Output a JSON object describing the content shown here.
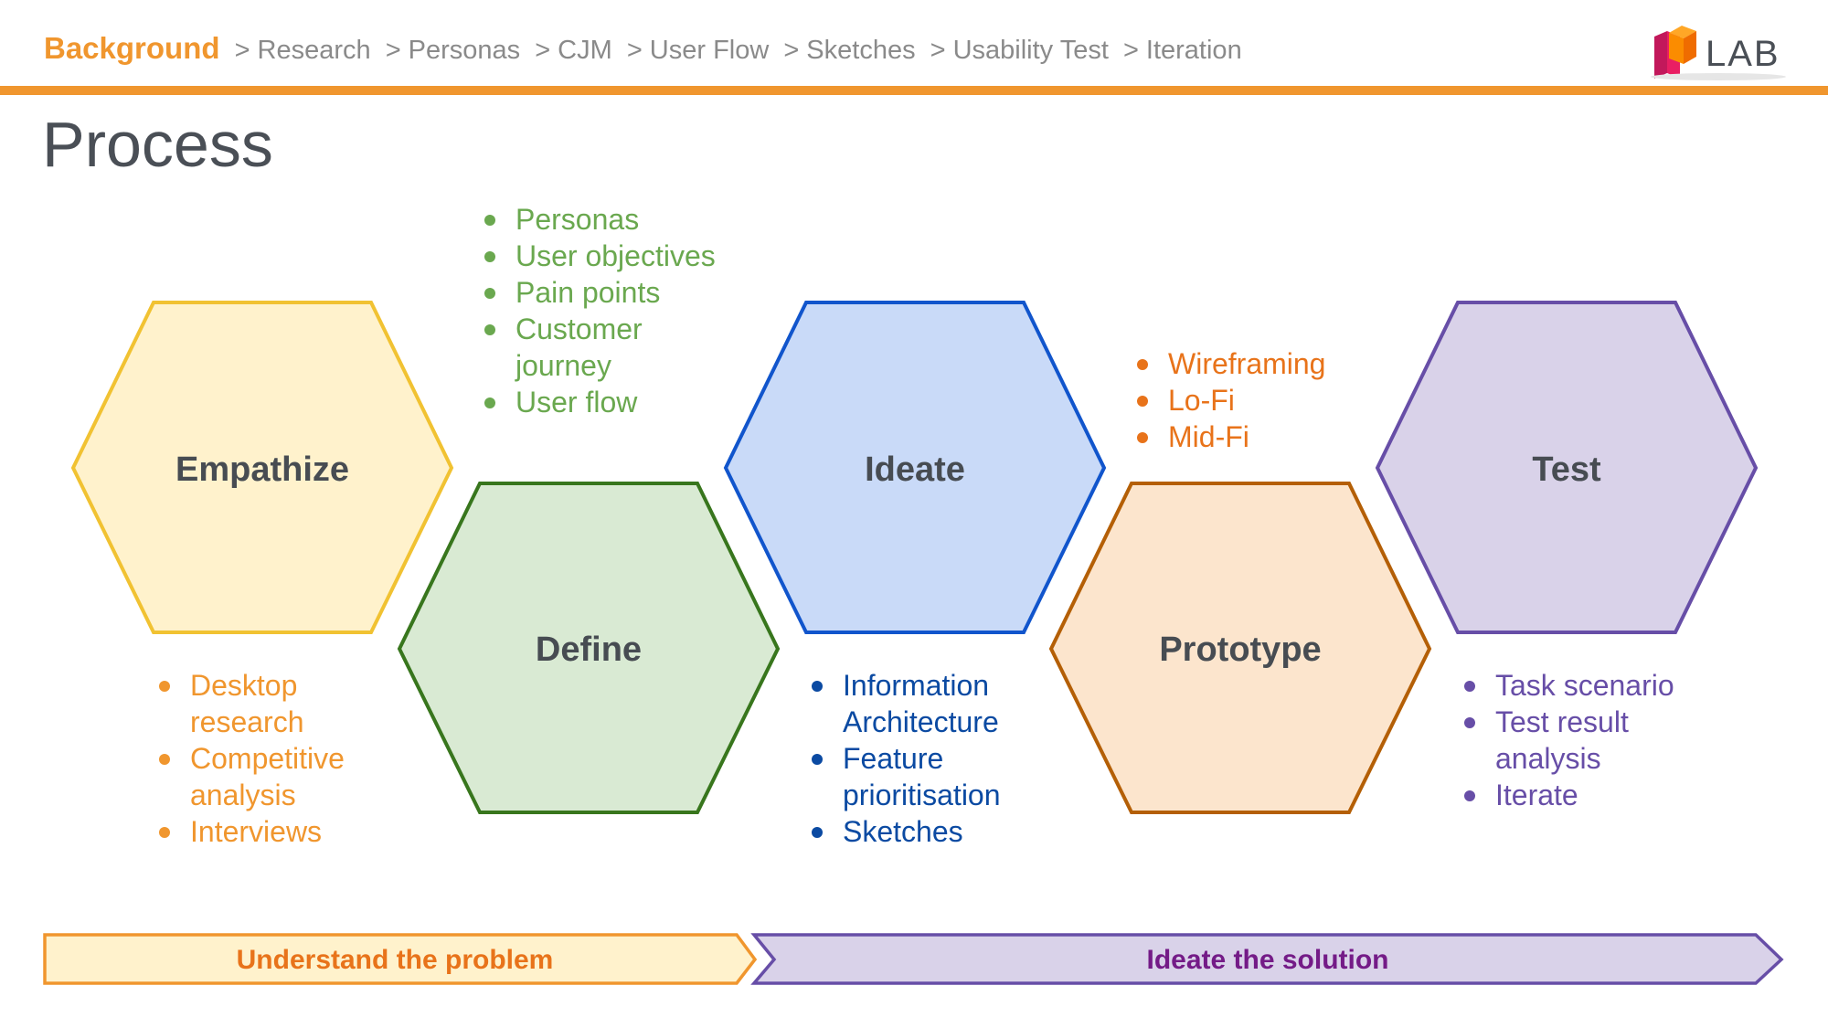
{
  "header": {
    "breadcrumb_active": "Background",
    "breadcrumb_items": [
      "Research",
      "Personas",
      "CJM",
      "User Flow",
      "Sketches",
      "Usability Test",
      "Iteration"
    ],
    "logo_text": "LAB"
  },
  "title": "Process",
  "stages": [
    {
      "label": "Empathize",
      "fill": "#FFF2CC",
      "stroke": "#F1C232",
      "text_color": "#F0962E",
      "items": [
        "Desktop research",
        "Competitive analysis",
        "Interviews"
      ]
    },
    {
      "label": "Define",
      "fill": "#D9EAD3",
      "stroke": "#38761D",
      "text_color": "#6AA84F",
      "items": [
        "Personas",
        "User objectives",
        "Pain points",
        "Customer journey",
        "User flow"
      ]
    },
    {
      "label": "Ideate",
      "fill": "#C9DAF8",
      "stroke": "#1155CC",
      "text_color": "#0B4AA2",
      "items": [
        "Information Architecture",
        "Feature prioritisation",
        "Sketches"
      ]
    },
    {
      "label": "Prototype",
      "fill": "#FCE5CD",
      "stroke": "#B45F06",
      "text_color": "#E8731A",
      "items": [
        "Wireframing",
        "Lo-Fi",
        "Mid-Fi"
      ]
    },
    {
      "label": "Test",
      "fill": "#D9D2E9",
      "stroke": "#674EA7",
      "text_color": "#674EA7",
      "items": [
        "Task scenario",
        "Test result analysis",
        "Iterate"
      ]
    }
  ],
  "phases": [
    {
      "label": "Understand the problem",
      "fill": "#FFF2CC",
      "stroke": "#F0962E",
      "text_color": "#E8731A"
    },
    {
      "label": "Ideate the solution",
      "fill": "#D9D2E9",
      "stroke": "#674EA7",
      "text_color": "#741B87"
    }
  ]
}
